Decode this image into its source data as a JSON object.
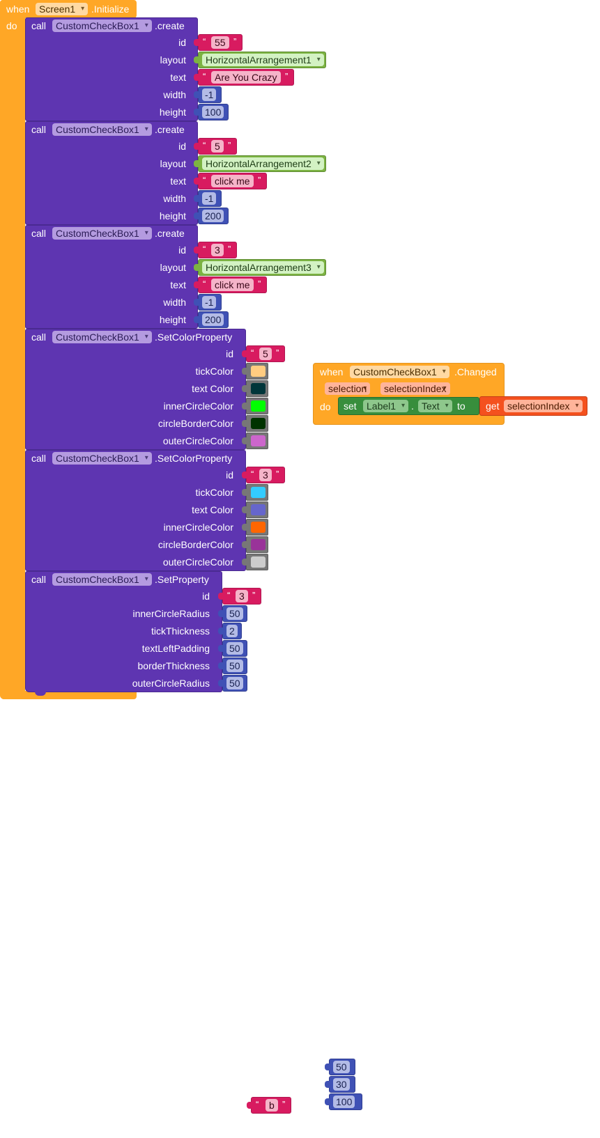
{
  "screen_init": {
    "when": "when",
    "component": "Screen1",
    "event": ".Initialize",
    "do": "do"
  },
  "create1": {
    "call": "call",
    "component": "CustomCheckBox1",
    "method": ".create",
    "labels": [
      "id",
      "layout",
      "text",
      "width",
      "height"
    ],
    "id_value": "55",
    "layout_value": "HorizontalArrangement1",
    "text_value": "Are You Crazy",
    "width_value": "-1",
    "height_value": "100"
  },
  "create2": {
    "call": "call",
    "component": "CustomCheckBox1",
    "method": ".create",
    "labels": [
      "id",
      "layout",
      "text",
      "width",
      "height"
    ],
    "id_value": "5",
    "layout_value": "HorizontalArrangement2",
    "text_value": "click me",
    "width_value": "-1",
    "height_value": "200"
  },
  "create3": {
    "call": "call",
    "component": "CustomCheckBox1",
    "method": ".create",
    "labels": [
      "id",
      "layout",
      "text",
      "width",
      "height"
    ],
    "id_value": "3",
    "layout_value": "HorizontalArrangement3",
    "text_value": "click me",
    "width_value": "-1",
    "height_value": "200"
  },
  "setcolor1": {
    "call": "call",
    "component": "CustomCheckBox1",
    "method": ".SetColorProperty",
    "labels": [
      "id",
      "tickColor",
      "text Color",
      "innerCircleColor",
      "circleBorderColor",
      "outerCircleColor"
    ],
    "id_value": "5",
    "colors": [
      "#ffcc80",
      "#00363a",
      "#00ff00",
      "#003300",
      "#cc66cc"
    ]
  },
  "setcolor2": {
    "call": "call",
    "component": "CustomCheckBox1",
    "method": ".SetColorProperty",
    "labels": [
      "id",
      "tickColor",
      "text Color",
      "innerCircleColor",
      "circleBorderColor",
      "outerCircleColor"
    ],
    "id_value": "3",
    "colors": [
      "#33ccff",
      "#6666cc",
      "#ff6600",
      "#993399",
      "#cccccc"
    ]
  },
  "setprop": {
    "call": "call",
    "component": "CustomCheckBox1",
    "method": ".SetProperty",
    "labels": [
      "id",
      "innerCircleRadius",
      "tickThickness",
      "textLeftPadding",
      "borderThickness",
      "outerCircleRadius"
    ],
    "id_value": "3",
    "values": [
      "50",
      "2",
      "50",
      "50",
      "50"
    ]
  },
  "changed_event": {
    "when": "when",
    "component": "CustomCheckBox1",
    "event": ".Changed",
    "params": [
      "selection",
      "selectionIndex"
    ],
    "do": "do",
    "set": "set",
    "set_component": "Label1",
    "dot": ".",
    "property": "Text",
    "to": "to",
    "get": "get",
    "get_var": "selectionIndex"
  },
  "loose_blocks": {
    "numbers": [
      "50",
      "30",
      "100"
    ],
    "string": "b"
  },
  "colors": {
    "event": "#ffa726",
    "procedure": "#5e35b1",
    "string": "#d81b60",
    "number": "#3f51b5",
    "component": "#7cb342",
    "setter": "#388e3c",
    "getter": "#f4511e"
  }
}
